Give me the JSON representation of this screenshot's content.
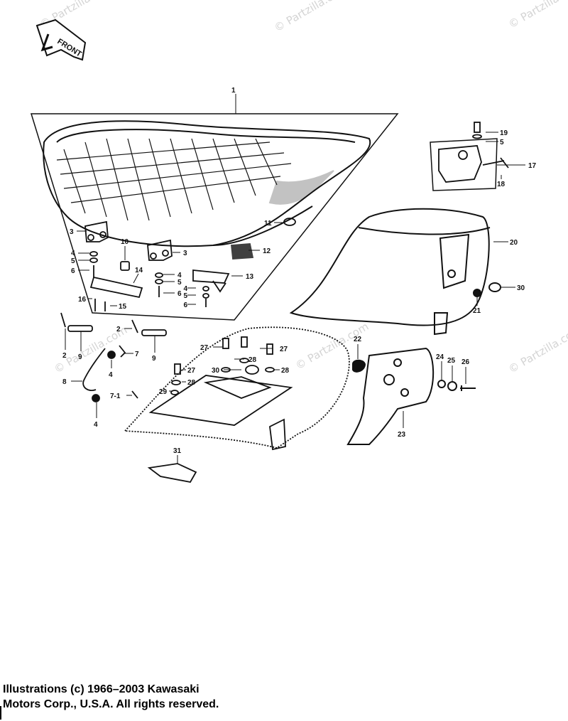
{
  "watermark": "© Partzilla.com",
  "front_label": "FRONT",
  "copyright": {
    "line1": "Illustrations (c) 1966–2003 Kawasaki",
    "line2": "Motors Corp., U.S.A.  All rights reserved."
  },
  "callouts": {
    "c1": "1",
    "c2a": "2",
    "c2b": "2",
    "c3a": "3",
    "c3b": "3",
    "c4a": "4",
    "c4b": "4",
    "c4c": "4",
    "c4d": "4",
    "c4e": "4",
    "c5a": "5",
    "c5b": "5",
    "c5c": "5",
    "c5d": "5",
    "c6a": "6",
    "c6b": "6",
    "c6c": "6",
    "c7": "7",
    "c71": "7-1",
    "c8": "8",
    "c9a": "9",
    "c9b": "9",
    "c10": "10",
    "c11": "11",
    "c12": "12",
    "c13": "13",
    "c14": "14",
    "c15": "15",
    "c16": "16",
    "c17": "17",
    "c18": "18",
    "c19": "19",
    "c20": "20",
    "c21": "21",
    "c22": "22",
    "c23": "23",
    "c24": "24",
    "c25": "25",
    "c26": "26",
    "c27a": "27",
    "c27b": "27",
    "c27c": "27",
    "c28a": "28",
    "c28b": "28",
    "c28c": "28",
    "c29": "29",
    "c30a": "30",
    "c30b": "30",
    "c31": "31"
  }
}
